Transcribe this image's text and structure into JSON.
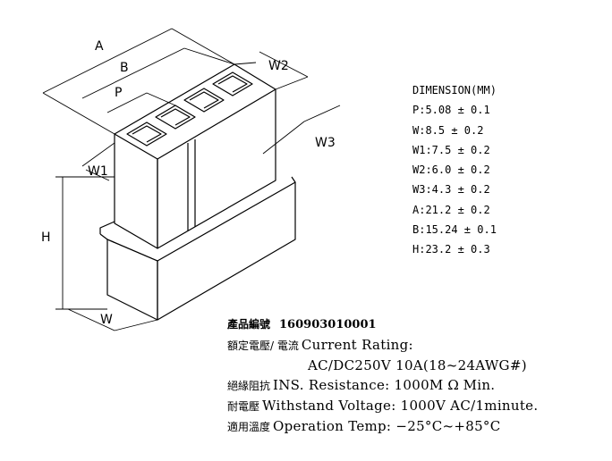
{
  "dimensions": {
    "heading": "DIMENSION(MM)",
    "rows": [
      "P:5.08 ± 0.1",
      "W:8.5 ± 0.2",
      "W1:7.5 ± 0.2",
      "W2:6.0 ± 0.2",
      "W3:4.3 ± 0.2",
      "A:21.2 ± 0.2",
      "B:15.24 ± 0.1",
      "H:23.2 ± 0.3"
    ]
  },
  "drawing_labels": {
    "A": "A",
    "B": "B",
    "P": "P",
    "W1": "W1",
    "W2": "W2",
    "W3": "W3",
    "H": "H",
    "W": "W"
  },
  "part": {
    "label": "產品編號",
    "number": "160903010001"
  },
  "specs": {
    "current_zh": "額定電壓/ 電流",
    "current_en": "Current  Rating:",
    "current_value": "AC/DC250V  10A(18~24AWG#)",
    "ins_zh": "絕緣阻抗",
    "ins_en": "INS. Resistance: 1000M",
    "ins_unit": "Ω",
    "ins_tail": "Min.",
    "withstand_zh": "耐電壓",
    "withstand_en": "Withstand  Voltage:  1000V  AC/1minute.",
    "temp_zh": "適用溫度",
    "temp_en": "Operation  Temp: −25°C~+85°C"
  }
}
